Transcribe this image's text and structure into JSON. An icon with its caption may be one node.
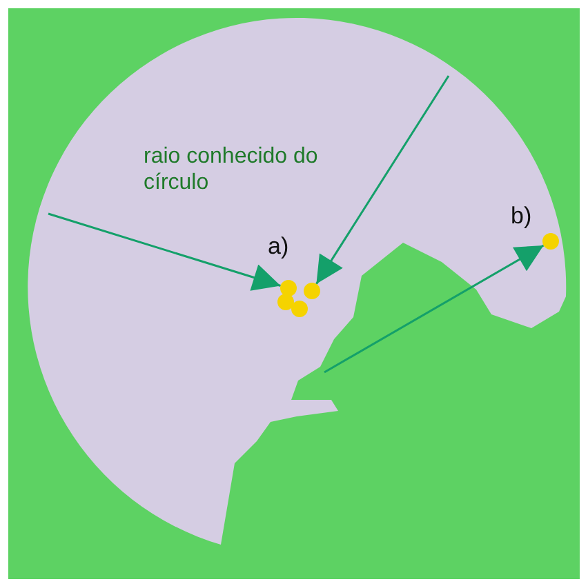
{
  "diagram": {
    "nodes": [
      {
        "text": [],
        "shape": "circle"
      },
      {
        "text": [],
        "shape": "circle"
      },
      {
        "text": [],
        "shape": "circle"
      },
      {
        "text": [],
        "shape": "circle"
      },
      {
        "text": [],
        "shape": "circle"
      }
    ],
    "edges": [
      {
        "from": null,
        "to": 0,
        "arrow": "to"
      },
      {
        "from": null,
        "to": 3,
        "arrow": "to"
      },
      {
        "from": null,
        "to": 4,
        "arrow": "to"
      }
    ],
    "labels": [
      "raio conhecido do círculo",
      "a)",
      "b)"
    ]
  }
}
